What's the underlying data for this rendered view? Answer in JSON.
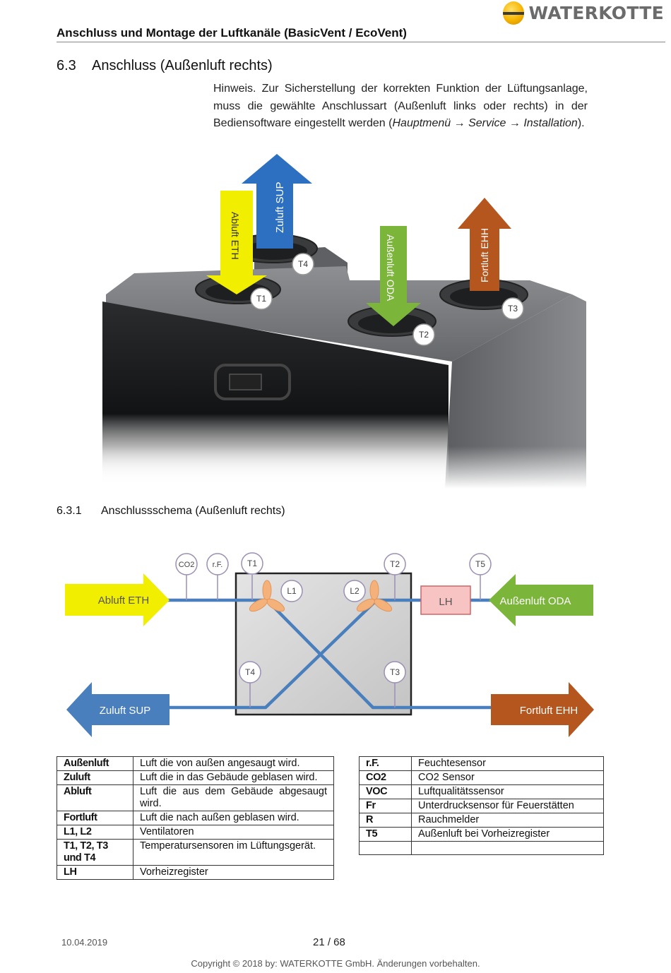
{
  "logo": {
    "text": "WATERKOTTE"
  },
  "header": {
    "title": "Anschluss und Montage der Luftkanäle (BasicVent / EcoVent)"
  },
  "section": {
    "number": "6.3",
    "title": "Anschluss (Außenluft rechts)"
  },
  "hint": {
    "text_before": "Hinweis. Zur Sicherstellung der korrekten Funktion der Lüftungsanlage, muss die gewählte Anschlussart (Außenluft links oder rechts) in der Bediensoftware eingestellt werden (",
    "menu_path": "Hauptmenü → Service → Installation",
    "text_after": ")."
  },
  "photo": {
    "arrows": {
      "abluft": "Abluft ETH",
      "zuluft": "Zuluft SUP",
      "aussenluft": "Außenluft ODA",
      "fortluft": "Fortluft EHH"
    },
    "sensors": {
      "t1": "T1",
      "t2": "T2",
      "t3": "T3",
      "t4": "T4"
    },
    "colors": {
      "yellow": "#f2ee00",
      "blue": "#2d6fc0",
      "green": "#7bb53a",
      "brown": "#b5561e"
    }
  },
  "subsection": {
    "number": "6.3.1",
    "title": "Anschlussschema (Außenluft rechts)"
  },
  "schema": {
    "arrows": {
      "abluft": "Abluft ETH",
      "zuluft": "Zuluft SUP",
      "aussenluft": "Außenluft ODA",
      "fortluft": "Fortluft EHH"
    },
    "sensors": {
      "co2": "CO2",
      "rf": "r.F.",
      "t1": "T1",
      "t2": "T2",
      "t5": "T5",
      "t4": "T4",
      "t3": "T3",
      "l1": "L1",
      "l2": "L2"
    },
    "preheater": "LH",
    "colors": {
      "duct": "#4a7fbd",
      "fan": "#f4b27a",
      "preheater": "#f7c3c3",
      "circle_stroke": "#9b8fb5"
    }
  },
  "legend_left": [
    {
      "key": "Außenluft",
      "value": "Luft die von außen angesaugt wird."
    },
    {
      "key": "Zuluft",
      "value": "Luft die in das Gebäude geblasen wird."
    },
    {
      "key": "Abluft",
      "value": "Luft die aus dem Gebäude abgesaugt wird."
    },
    {
      "key": "Fortluft",
      "value": "Luft die nach außen geblasen wird."
    },
    {
      "key": "L1, L2",
      "value": "Ventilatoren"
    },
    {
      "key": "T1, T2, T3 und T4",
      "value": "Temperatursensoren im Lüftungsgerät."
    },
    {
      "key": "LH",
      "value": "Vorheizregister"
    }
  ],
  "legend_right": [
    {
      "key": "r.F.",
      "value": "Feuchtesensor"
    },
    {
      "key": "CO2",
      "value": "CO2 Sensor"
    },
    {
      "key": "VOC",
      "value": "Luftqualitätssensor"
    },
    {
      "key": "Fr",
      "value": "Unterdrucksensor für Feuerstätten"
    },
    {
      "key": "R",
      "value": "Rauchmelder"
    },
    {
      "key": "T5",
      "value": "Außenluft bei Vorheizregister"
    },
    {
      "key": "",
      "value": ""
    }
  ],
  "footer": {
    "date": "10.04.2019",
    "page": "21 / 68",
    "copyright": "Copyright © 2018 by: WATERKOTTE GmbH. Änderungen vorbehalten."
  }
}
